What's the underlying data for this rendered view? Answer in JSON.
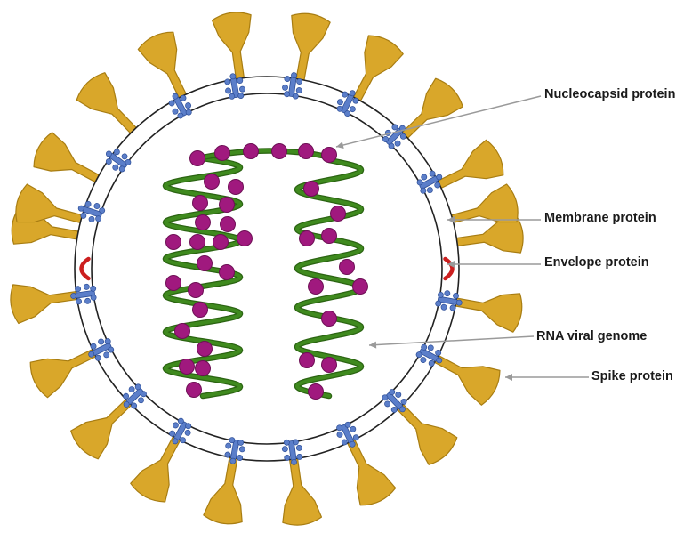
{
  "colors": {
    "spike": "#d9a72a",
    "spike_stroke": "#a87d12",
    "membrane_protein": "#5b7ec9",
    "envelope_protein": "#cc1f1f",
    "nucleocapsid": "#a0197e",
    "rna_strand": "#3f8a1e",
    "envelope_line": "#222222",
    "leader": "#9a9a9a"
  },
  "labels": {
    "nucleocapsid": "Nucleocapsid protein",
    "membrane": "Membrane protein",
    "envelope": "Envelope protein",
    "rna": "RNA viral genome",
    "spike": "Spike protein"
  },
  "icons": {
    "spike": "spike-protein-icon",
    "membrane": "membrane-protein-icon",
    "envelope": "envelope-protein-icon",
    "nucleocapsid": "nucleocapsid-bead-icon"
  }
}
